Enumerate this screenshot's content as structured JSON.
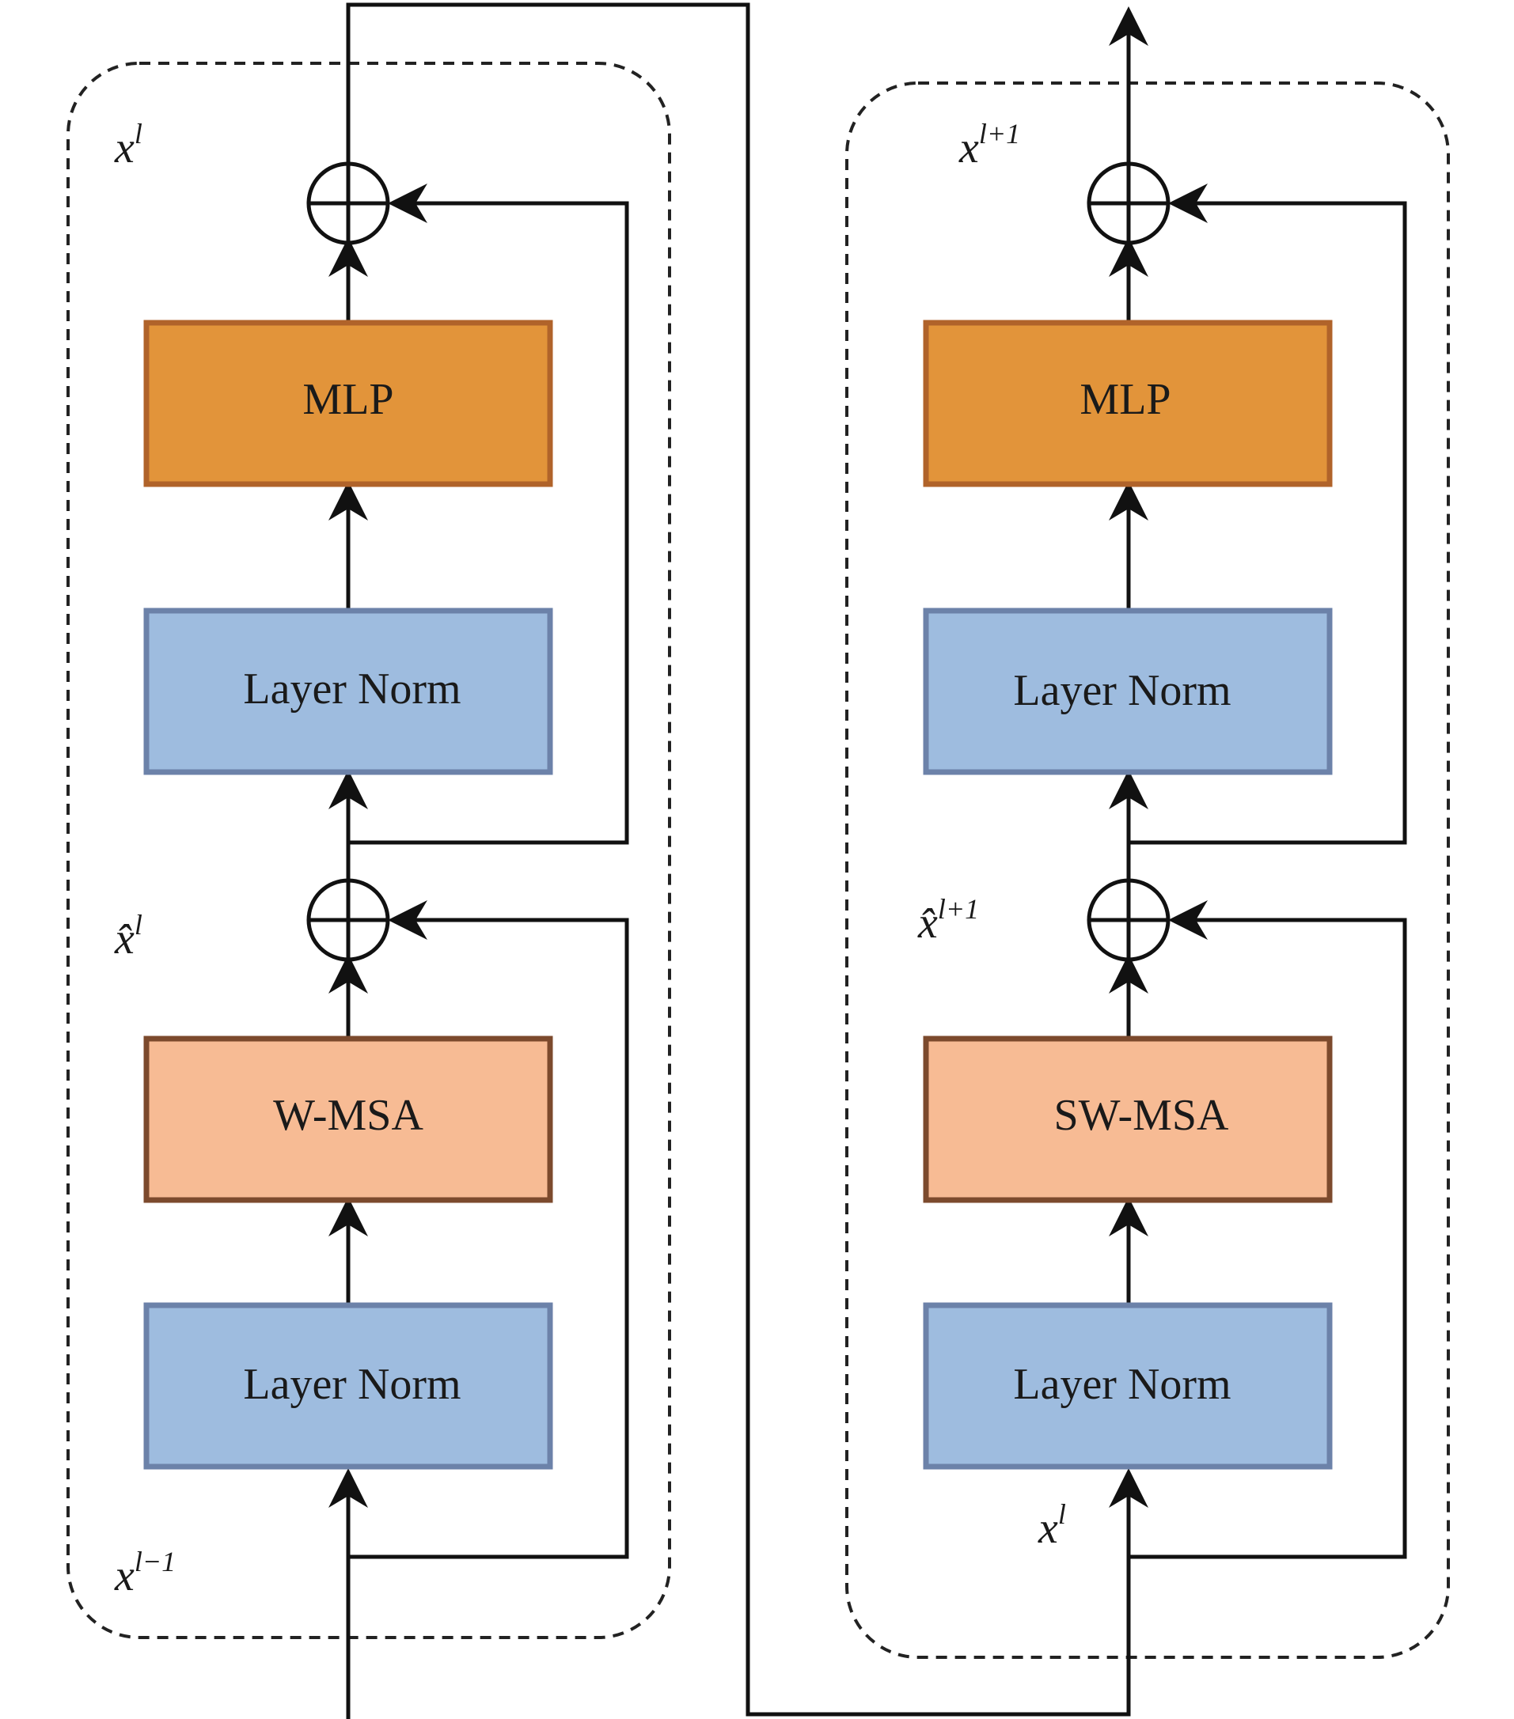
{
  "colors": {
    "mlp_fill": "#E2943A",
    "mlp_stroke": "#B0632A",
    "norm_fill": "#9EBCDF",
    "norm_stroke": "#6C82A9",
    "msa_fill": "#F7BB94",
    "msa_stroke": "#7C4A2D",
    "line": "#111111"
  },
  "left_block": {
    "mlp_label": "MLP",
    "norm_top_label": "Layer Norm",
    "msa_label": "W-MSA",
    "norm_bottom_label": "Layer Norm",
    "label_top": {
      "base": "x",
      "sup": "l"
    },
    "label_mid": {
      "base": "x̂",
      "sup": "l"
    },
    "label_bottom": {
      "base": "x",
      "sup": "l−1"
    }
  },
  "right_block": {
    "mlp_label": "MLP",
    "norm_top_label": "Layer Norm",
    "msa_label": "SW-MSA",
    "norm_bottom_label": "Layer Norm",
    "label_top": {
      "base": "x",
      "sup": "l+1"
    },
    "label_mid": {
      "base": "x̂",
      "sup": "l+1"
    },
    "label_bottom": {
      "base": "x",
      "sup": "l"
    }
  }
}
